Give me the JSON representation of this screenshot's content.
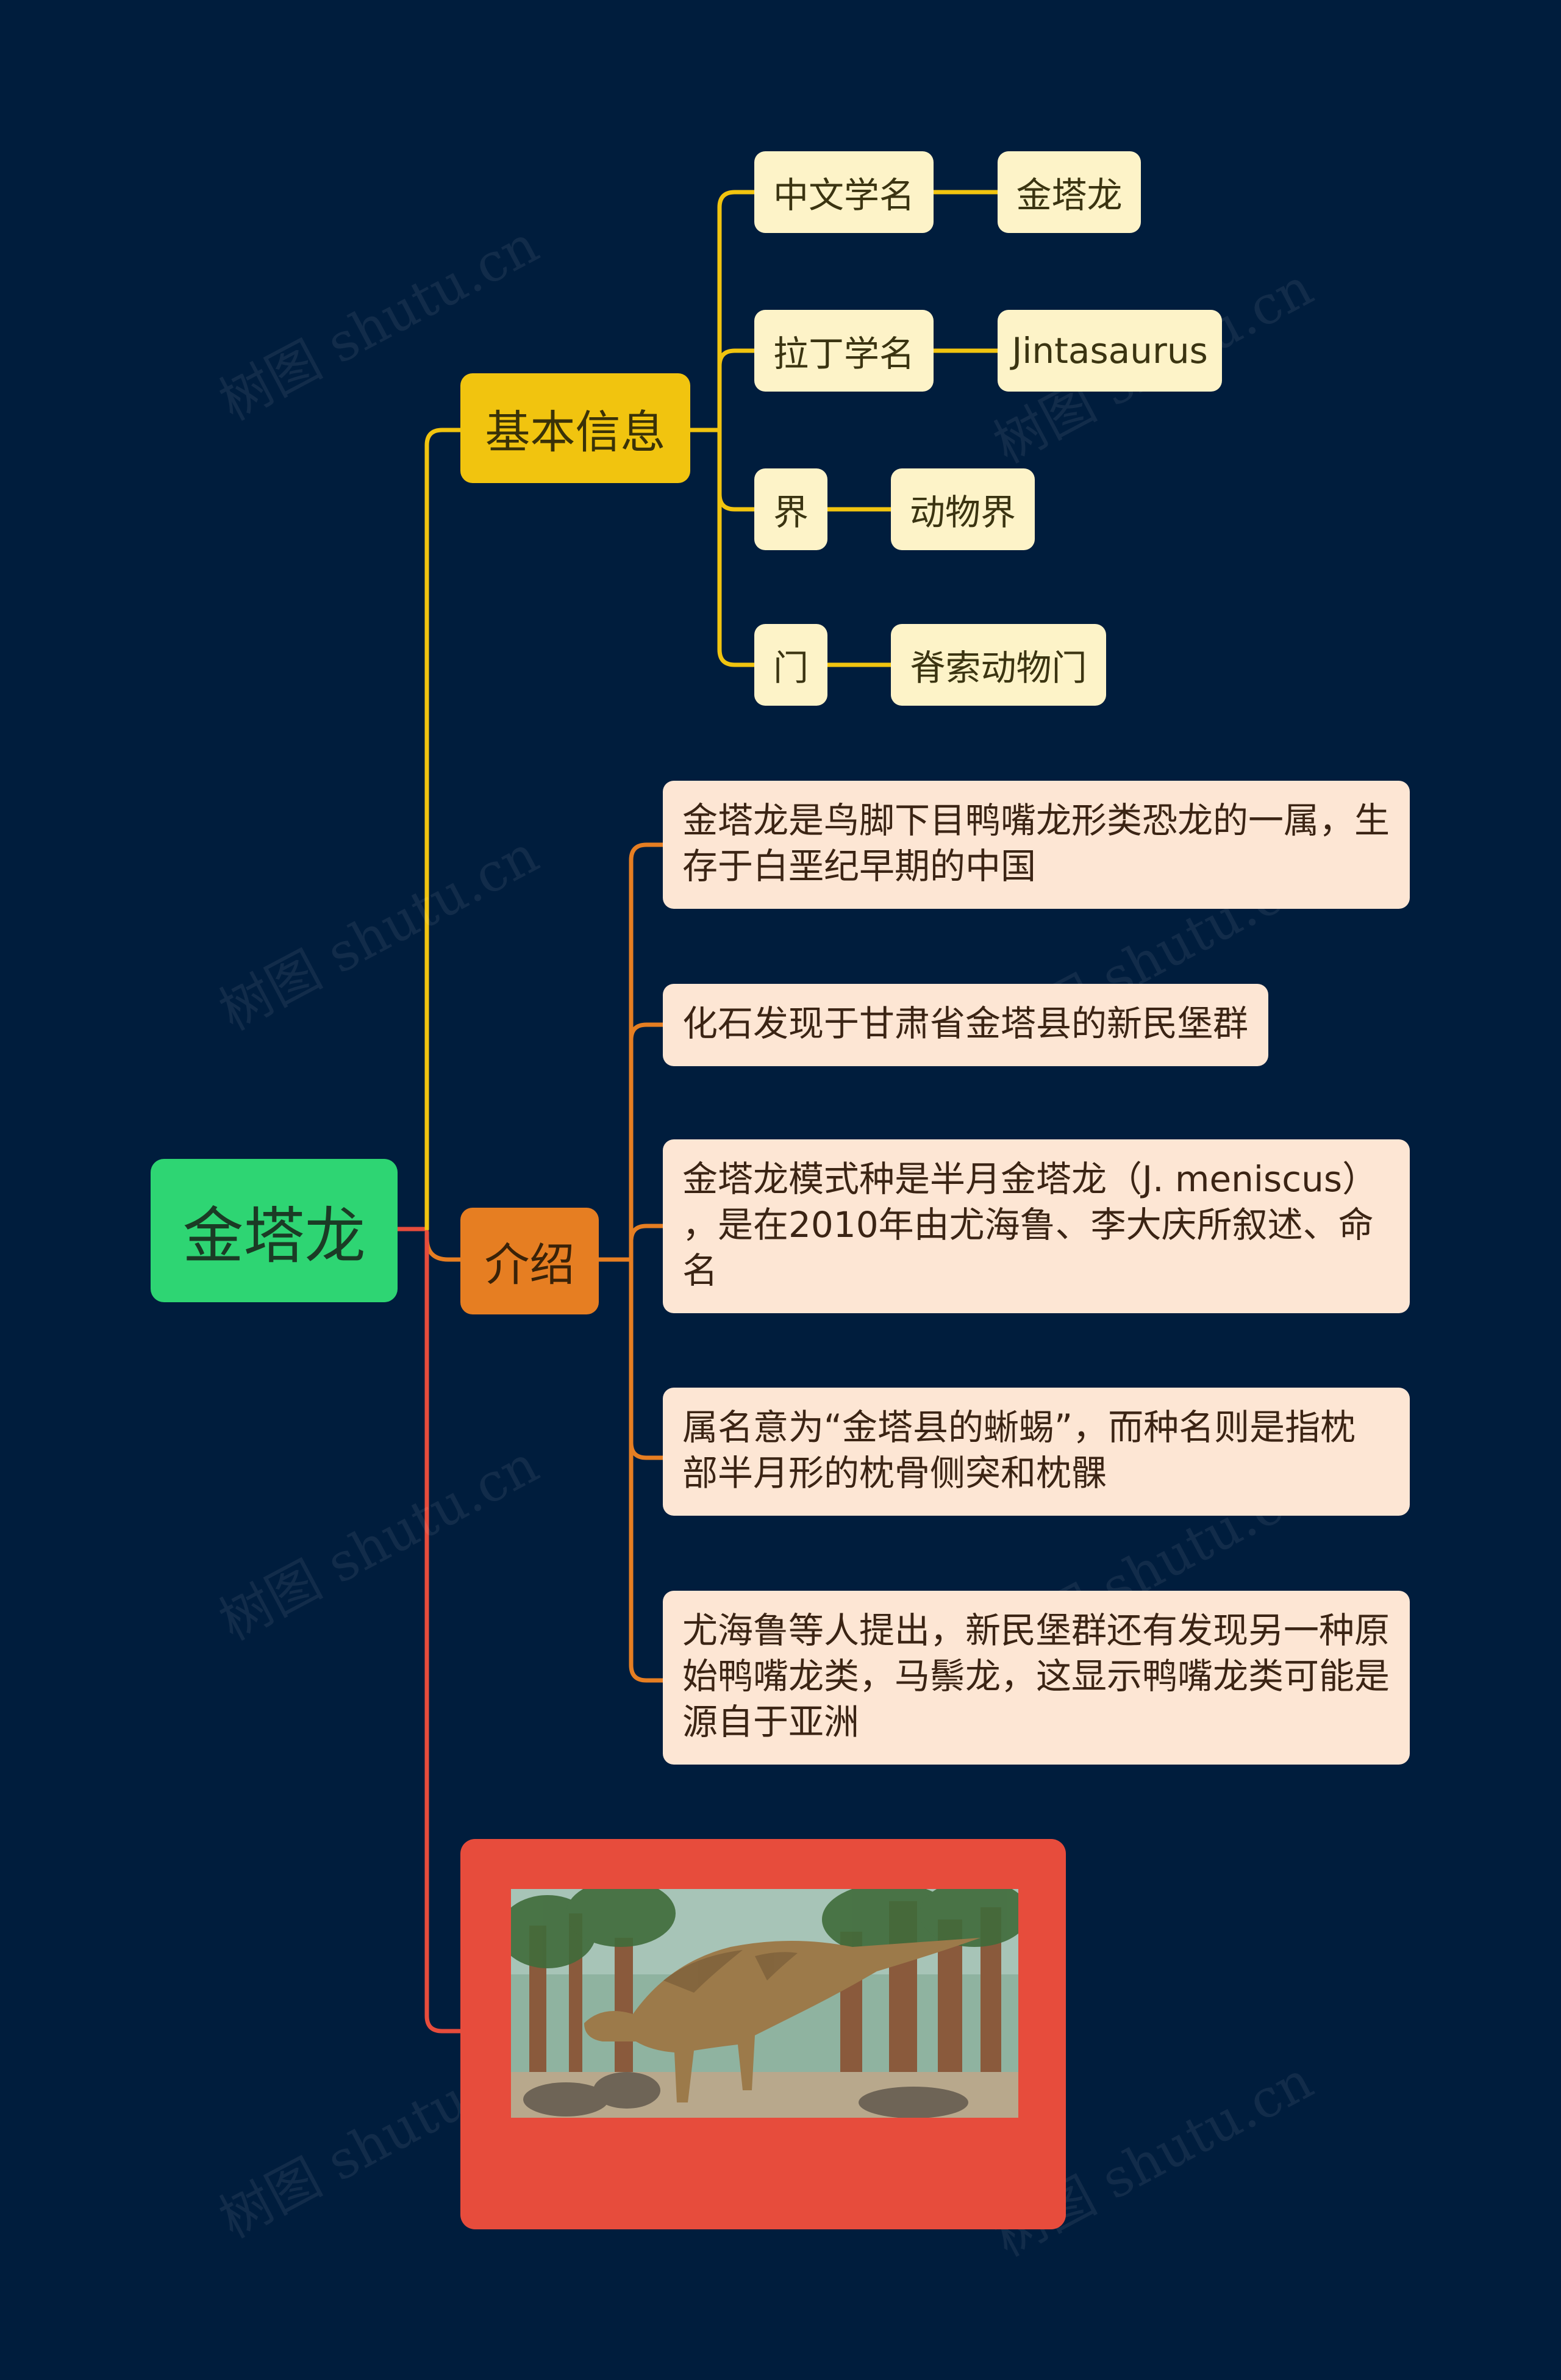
{
  "root": {
    "label": "金塔龙"
  },
  "branches": {
    "basic_info": {
      "label": "基本信息",
      "items": [
        {
          "key": "中文学名",
          "value": "金塔龙"
        },
        {
          "key": "拉丁学名",
          "value": "Jintasaurus"
        },
        {
          "key": "界",
          "value": "动物界"
        },
        {
          "key": "门",
          "value": "脊索动物门"
        }
      ]
    },
    "intro": {
      "label": "介绍",
      "items": [
        [
          "金塔龙是鸟脚下目鸭嘴龙形类恐龙的一属，生",
          "存于白垩纪早期的中国"
        ],
        [
          "化石发现于甘肃省金塔县的新民堡群"
        ],
        [
          "金塔龙模式种是半月金塔龙（J. meniscus）",
          "，是在2010年由尤海鲁、李大庆所叙述、命",
          "名"
        ],
        [
          "属名意为“金塔县的蜥蜴”，而种名则是指枕",
          "部半月形的枕骨侧突和枕髁"
        ],
        [
          "尤海鲁等人提出，新民堡群还有发现另一种原",
          "始鸭嘴龙类，马鬃龙，这显示鸭嘴龙类可能是",
          "源自于亚洲"
        ]
      ]
    }
  },
  "watermark": "树图 shutu.cn",
  "colors": {
    "background": "#001d3d",
    "root": "#2ed573",
    "basic": "#f1c40f",
    "intro": "#e67e22",
    "image": "#e74c3c"
  }
}
